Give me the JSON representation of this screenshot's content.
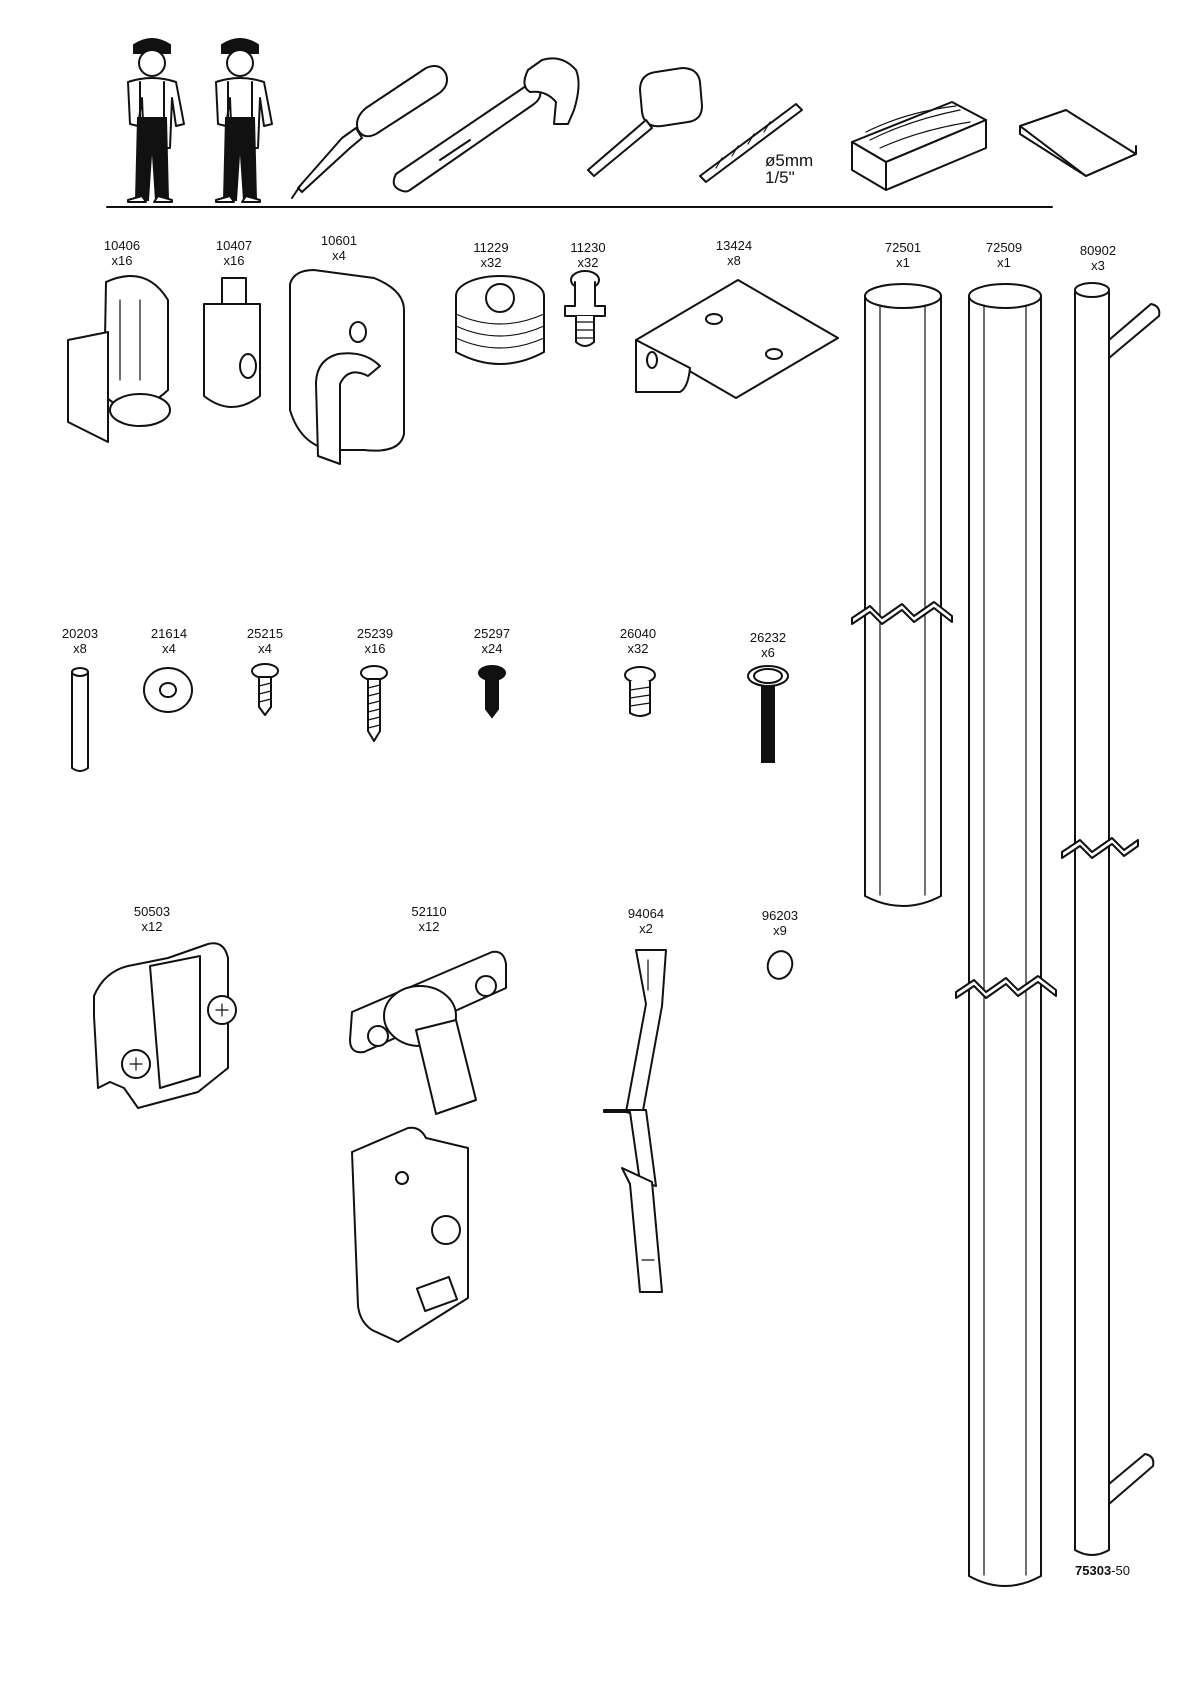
{
  "tools": {
    "drill_size_metric": "ø5mm",
    "drill_size_imperial": "1/5\"",
    "icons": [
      "two-person-assembly",
      "screwdriver",
      "hammer",
      "tape-measure",
      "drill-bit",
      "wood-block",
      "instruction-sheet"
    ]
  },
  "parts": [
    {
      "id": "10406",
      "qty": "x16",
      "icon": "cam-lock-housing"
    },
    {
      "id": "10407",
      "qty": "x16",
      "icon": "shelf-support"
    },
    {
      "id": "10601",
      "qty": "x4",
      "icon": "rail-bracket"
    },
    {
      "id": "11229",
      "qty": "x32",
      "icon": "cam-lock"
    },
    {
      "id": "11230",
      "qty": "x32",
      "icon": "cam-bolt"
    },
    {
      "id": "13424",
      "qty": "x8",
      "icon": "angle-bracket"
    },
    {
      "id": "72501",
      "qty": "x1",
      "icon": "oval-rail"
    },
    {
      "id": "72509",
      "qty": "x1",
      "icon": "oval-rail-long"
    },
    {
      "id": "80902",
      "qty": "x3",
      "icon": "handle-bar"
    },
    {
      "id": "20203",
      "qty": "x8",
      "icon": "wooden-dowel"
    },
    {
      "id": "21614",
      "qty": "x4",
      "icon": "washer"
    },
    {
      "id": "25215",
      "qty": "x4",
      "icon": "short-screw"
    },
    {
      "id": "25239",
      "qty": "x16",
      "icon": "long-screw"
    },
    {
      "id": "25297",
      "qty": "x24",
      "icon": "black-screw"
    },
    {
      "id": "26040",
      "qty": "x32",
      "icon": "euro-screw"
    },
    {
      "id": "26232",
      "qty": "x6",
      "icon": "machine-bolt"
    },
    {
      "id": "50503",
      "qty": "x12",
      "icon": "hinge-mounting-plate"
    },
    {
      "id": "52110",
      "qty": "x12",
      "icon": "cabinet-hinge"
    },
    {
      "id": "94064",
      "qty": "x2",
      "icon": "door-straightener"
    },
    {
      "id": "96203",
      "qty": "x9",
      "icon": "cover-cap"
    }
  ],
  "footer": {
    "code_bold": "75303",
    "code_suffix": "-50"
  }
}
